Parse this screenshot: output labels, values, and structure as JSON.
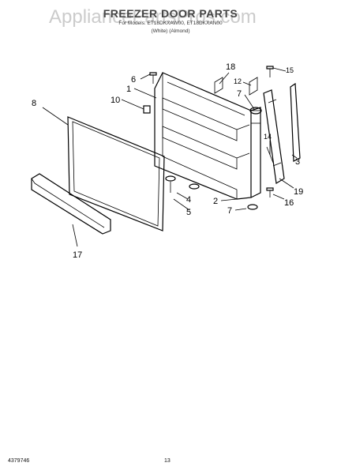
{
  "watermark": "AppliancePartsPros.com",
  "header": {
    "title": "FREEZER DOOR PARTS",
    "models": "For Models: ET18DKXAW00, ET18DKXAN00",
    "colors": "(White)      (Almond)"
  },
  "footer": {
    "doc_number": "4379746",
    "page_number": "13"
  },
  "callouts": {
    "c1": "1",
    "c2": "2",
    "c3": "3",
    "c4": "4",
    "c5": "5",
    "c6": "6",
    "c7a": "7",
    "c7b": "7",
    "c8": "8",
    "c10": "10",
    "c12": "12",
    "c14": "14",
    "c15": "15",
    "c16": "16",
    "c17": "17",
    "c18": "18",
    "c19": "19"
  }
}
